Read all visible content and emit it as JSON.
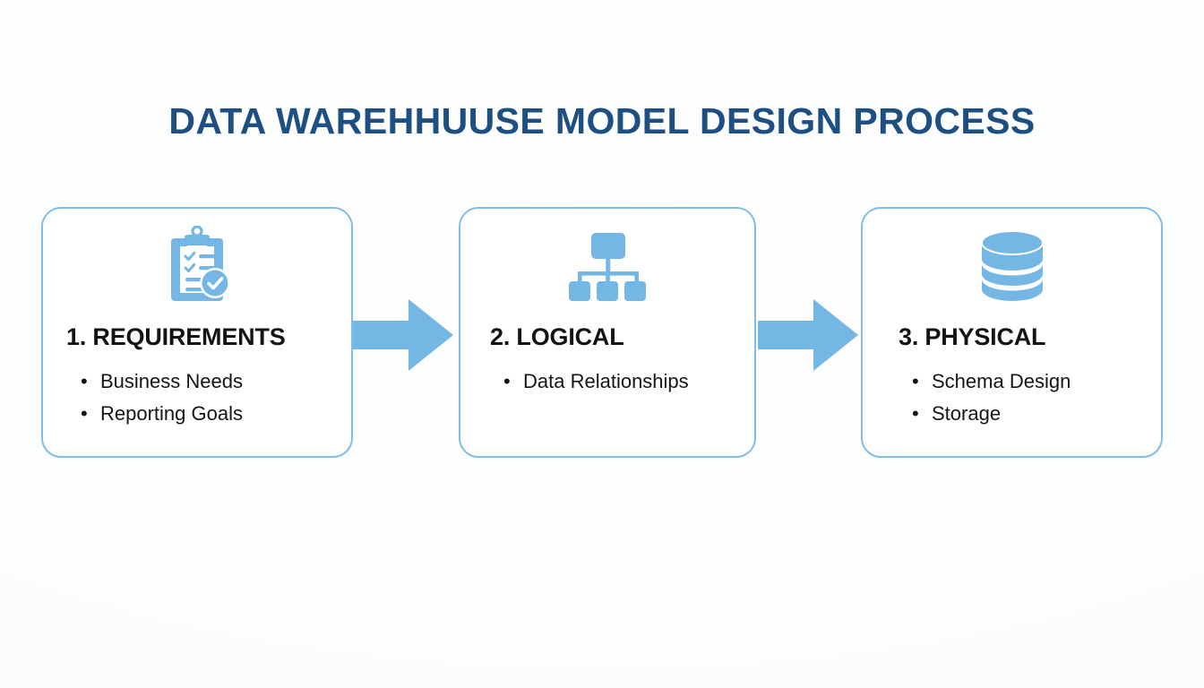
{
  "page": {
    "title": "DATA WAREHHUUSE MODEL DESIGN PROCESS",
    "background_color": "#fdfdfd",
    "title_color": "#1d4f82",
    "accent_color": "#7fbde8",
    "icon_color": "#74b6e4",
    "card_border_color": "#7fbde8",
    "card_background": "#ffffff",
    "text_color": "#131313"
  },
  "flow": {
    "steps": [
      {
        "heading": "1. REQUIREMENTS",
        "icon": "clipboard-checklist-icon",
        "bullets": [
          "Business Needs",
          "Reporting Goals"
        ]
      },
      {
        "heading": "2. LOGICAL",
        "icon": "hierarchy-chart-icon",
        "bullets": [
          "Data Relationships"
        ]
      },
      {
        "heading": "3. PHYSICAL",
        "icon": "database-cylinder-icon",
        "bullets": [
          "Schema Design",
          "Storage"
        ]
      }
    ],
    "connectors": [
      {
        "icon": "arrow-right-icon",
        "from": "1. REQUIREMENTS",
        "to": "2. LOGICAL"
      },
      {
        "icon": "arrow-right-icon",
        "from": "2. LOGICAL",
        "to": "3. PHYSICAL"
      }
    ]
  }
}
